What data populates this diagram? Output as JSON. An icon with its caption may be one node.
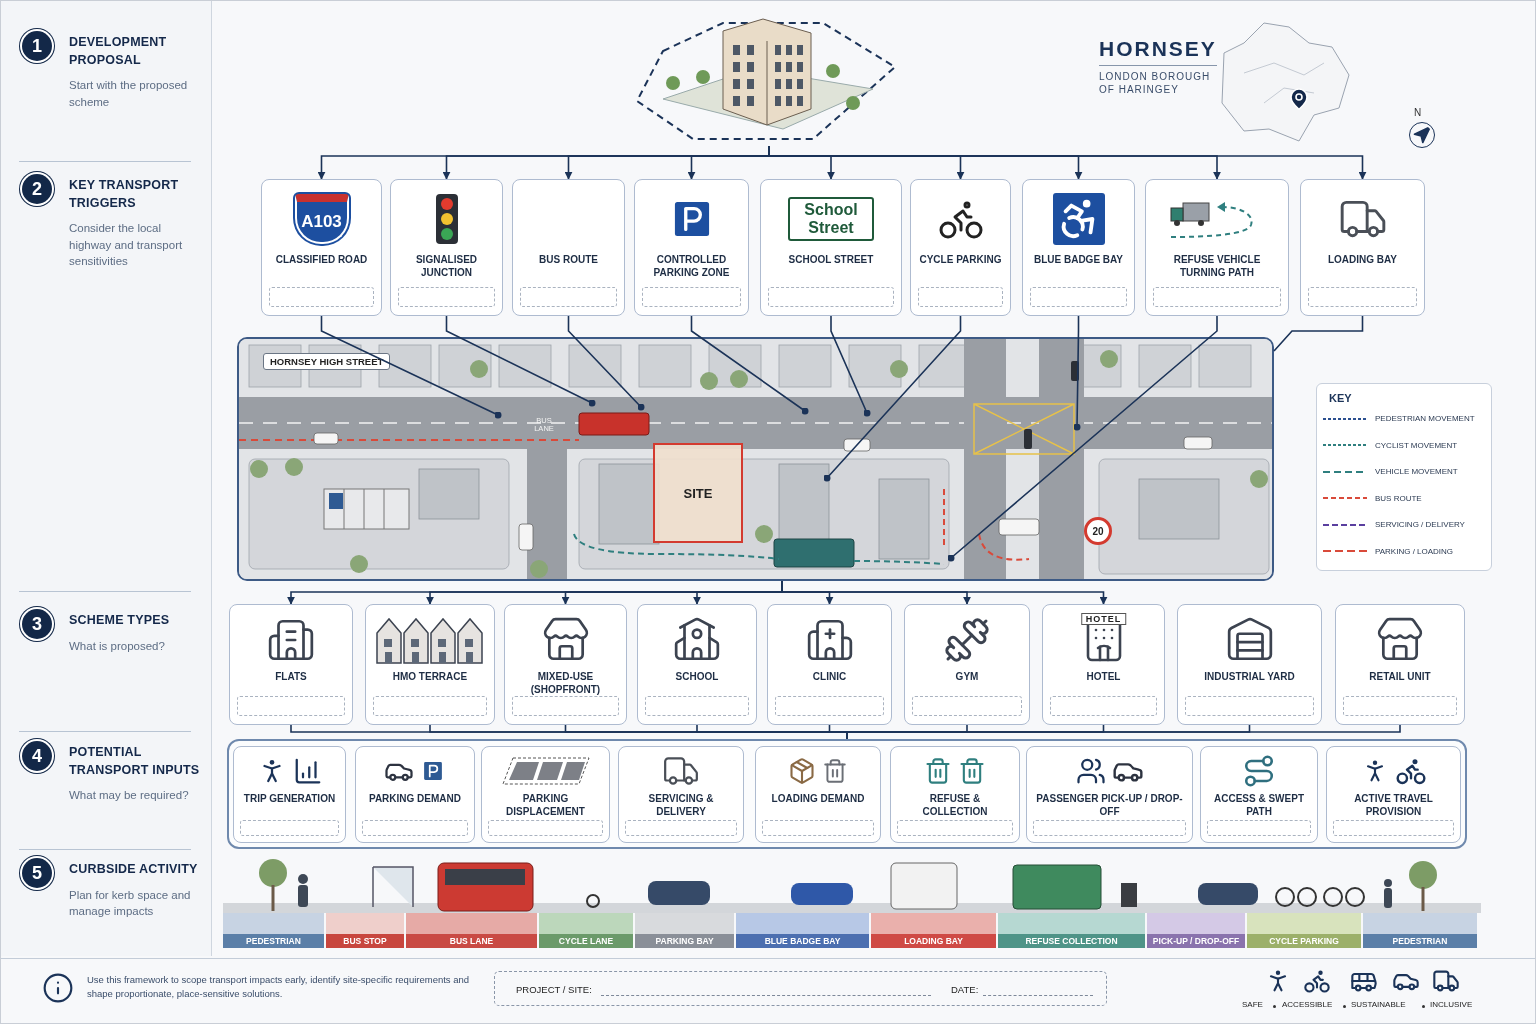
{
  "diagram": {
    "title": "HORNSEY",
    "nodes": [
      {
        "text": [],
        "shape": "picture"
      },
      {
        "text": [
          "A103",
          "CLASSIFIED ROAD"
        ]
      },
      {
        "text": [
          "SIGNALISED JUNCTION"
        ]
      },
      {
        "text": [
          "BUS ROUTE"
        ]
      },
      {
        "text": [
          "CONTROLLED PARKING ZONE"
        ]
      },
      {
        "text": [
          "School Street",
          "SCHOOL STREET"
        ]
      },
      {
        "text": [
          "CYCLE PARKING"
        ]
      },
      {
        "text": [
          "BLUE BADGE BAY"
        ]
      },
      {
        "text": [
          "REFUSE VEHICLE TURNING PATH"
        ]
      },
      {
        "text": [
          "LOADING BAY"
        ]
      },
      {
        "text": [
          "HORNSEY HIGH STREET"
        ]
      },
      {
        "text": [
          "SITE"
        ],
        "in": 10
      },
      {
        "text": [
          "FLATS"
        ]
      },
      {
        "text": [
          "HMO TERRACE"
        ]
      },
      {
        "text": [
          "MIXED-USE (SHOPFRONT)"
        ]
      },
      {
        "text": [
          "SCHOOL"
        ]
      },
      {
        "text": [
          "CLINIC"
        ]
      },
      {
        "text": [
          "GYM"
        ]
      },
      {
        "text": [
          "HOTEL",
          "HOTEL"
        ]
      },
      {
        "text": [
          "INDUSTRIAL YARD"
        ]
      },
      {
        "text": [
          "RETAIL UNIT"
        ]
      },
      {
        "text": [],
        "shape": "box"
      },
      {
        "text": [
          "TRIP GENERATION"
        ],
        "in": 21
      },
      {
        "text": [
          "PARKING DEMAND"
        ],
        "in": 21
      },
      {
        "text": [
          "PARKING DISPLACEMENT"
        ],
        "in": 21
      },
      {
        "text": [
          "SERVICING & DELIVERY"
        ],
        "in": 21
      },
      {
        "text": [
          "LOADING DEMAND"
        ],
        "in": 21
      },
      {
        "text": [
          "REFUSE & COLLECTION"
        ],
        "in": 21
      },
      {
        "text": [
          "PASSENGER PICK-UP / DROP-OFF"
        ],
        "in": 21
      },
      {
        "text": [
          "ACCESS & SWEPT PATH"
        ],
        "in": 21
      },
      {
        "text": [
          "ACTIVE TRAVEL PROVISION"
        ],
        "in": 21
      },
      {
        "text": [
          "PEDESTRIAN"
        ]
      },
      {
        "text": [
          "BUS STOP"
        ]
      },
      {
        "text": [
          "BUS LANE"
        ]
      },
      {
        "text": [
          "CYCLE LANE"
        ]
      },
      {
        "text": [
          "PARKING BAY"
        ]
      },
      {
        "text": [
          "BLUE BADGE BAY"
        ]
      },
      {
        "text": [
          "LOADING BAY"
        ]
      },
      {
        "text": [
          "REFUSE COLLECTION"
        ]
      },
      {
        "text": [
          "PICK-UP / DROP-OFF"
        ]
      },
      {
        "text": [
          "CYCLE PARKING"
        ]
      },
      {
        "text": [
          "PEDESTRIAN"
        ]
      },
      {
        "text": [
          "1"
        ],
        "beside": [
          "DEVELOPMENT PROPOSAL",
          "Start with the proposed scheme"
        ]
      },
      {
        "text": [
          "2"
        ],
        "beside": [
          "KEY TRANSPORT TRIGGERS",
          "Consider the local highway and transport sensitivities"
        ]
      },
      {
        "text": [
          "3"
        ],
        "beside": [
          "SCHEME TYPES",
          "What is proposed?"
        ]
      },
      {
        "text": [
          "4"
        ],
        "beside": [
          "POTENTIAL TRANSPORT INPUTS",
          "What may be required?"
        ]
      },
      {
        "text": [
          "5"
        ],
        "beside": [
          "CURBSIDE ACTIVITY",
          "Plan for kerb space and manage impacts"
        ]
      }
    ],
    "edges": [
      {
        "from": 0,
        "to": 1,
        "arrow": "to"
      },
      {
        "from": 0,
        "to": 2,
        "arrow": "to"
      },
      {
        "from": 0,
        "to": 3,
        "arrow": "to"
      },
      {
        "from": 0,
        "to": 4,
        "arrow": "to"
      },
      {
        "from": 0,
        "to": 5,
        "arrow": "to"
      },
      {
        "from": 0,
        "to": 6,
        "arrow": "to"
      },
      {
        "from": 0,
        "to": 7,
        "arrow": "to"
      },
      {
        "from": 0,
        "to": 8,
        "arrow": "to"
      },
      {
        "from": 0,
        "to": 9,
        "arrow": "to"
      },
      {
        "from": 1,
        "to": 10,
        "arrow": "other"
      },
      {
        "from": 2,
        "to": 10,
        "arrow": "other"
      },
      {
        "from": 3,
        "to": 10,
        "arrow": "other"
      },
      {
        "from": 4,
        "to": 10,
        "arrow": "other"
      },
      {
        "from": 5,
        "to": 10,
        "arrow": "other"
      },
      {
        "from": 6,
        "to": 10,
        "arrow": "other"
      },
      {
        "from": 7,
        "to": 10,
        "arrow": "other"
      },
      {
        "from": 8,
        "to": 10,
        "arrow": "other"
      },
      {
        "from": 9,
        "to": 10,
        "arrow": "none"
      },
      {
        "from": 10,
        "to": 12,
        "arrow": "to"
      },
      {
        "from": 10,
        "to": 13,
        "arrow": "to"
      },
      {
        "from": 10,
        "to": 14,
        "arrow": "to"
      },
      {
        "from": 10,
        "to": 15,
        "arrow": "to"
      },
      {
        "from": 10,
        "to": 16,
        "arrow": "to"
      },
      {
        "from": 10,
        "to": 17,
        "arrow": "to"
      },
      {
        "from": 10,
        "to": 18,
        "arrow": "to"
      },
      {
        "from": 12,
        "to": 21,
        "arrow": "none"
      },
      {
        "from": 13,
        "to": 21,
        "arrow": "none"
      },
      {
        "from": 14,
        "to": 21,
        "arrow": "none"
      },
      {
        "from": 15,
        "to": 21,
        "arrow": "none"
      },
      {
        "from": 16,
        "to": 21,
        "arrow": "none"
      },
      {
        "from": 17,
        "to": 21,
        "arrow": "none"
      },
      {
        "from": 18,
        "to": 21,
        "arrow": "none"
      },
      {
        "from": 19,
        "to": 21,
        "arrow": "none"
      },
      {
        "from": 20,
        "to": 21,
        "arrow": "none"
      }
    ],
    "labels": [
      "LONDON BOROUGH OF HARINGEY",
      "N",
      "BUS LANE",
      "20",
      "KEY",
      "Use this framework to scope transport impacts early, identify site-specific requirements and shape proportionate, place-sensitive solutions.",
      "PROJECT / SITE:",
      "DATE:",
      "SAFE",
      "ACCESSIBLE",
      "SUSTAINABLE",
      "INCLUSIVE"
    ],
    "legend": [
      {
        "text": "PEDESTRIAN MOVEMENT"
      },
      {
        "text": "CYCLIST MOVEMENT"
      },
      {
        "text": "VEHICLE MOVEMENT"
      },
      {
        "text": "BUS ROUTE"
      },
      {
        "text": "SERVICING / DELIVERY"
      },
      {
        "text": "PARKING / LOADING"
      }
    ]
  }
}
